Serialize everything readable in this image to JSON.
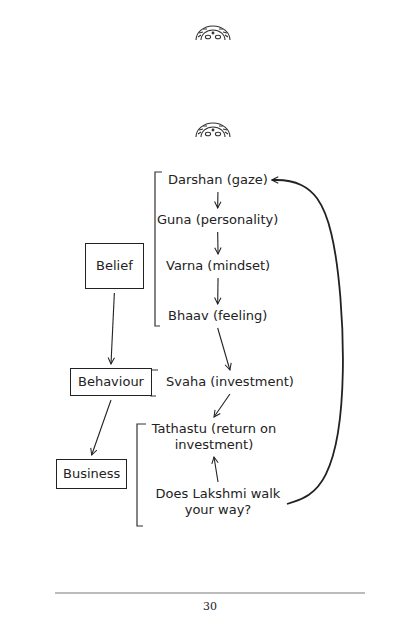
{
  "diagram": {
    "nodes": [
      {
        "text": [
          "Darshan (gaze)"
        ]
      },
      {
        "text": [
          "Guna (personality)"
        ]
      },
      {
        "text": [
          "Belief"
        ]
      },
      {
        "text": [
          "Varna (mindset)"
        ]
      },
      {
        "text": [
          "Bhaav (feeling)"
        ]
      },
      {
        "text": [
          "Behaviour"
        ]
      },
      {
        "text": [
          "Svaha (investment)"
        ]
      },
      {
        "text": [
          "Tathastu (return on investment)"
        ]
      },
      {
        "text": [
          "Business"
        ]
      },
      {
        "text": [
          "Does Lakshmi walk your way?"
        ]
      }
    ],
    "edges": [
      {
        "from": 0,
        "to": 1,
        "arrow": "to"
      },
      {
        "from": 1,
        "to": 3,
        "arrow": "to"
      },
      {
        "from": 3,
        "to": 4,
        "arrow": "to"
      },
      {
        "from": 4,
        "to": 6,
        "arrow": "to"
      },
      {
        "from": 6,
        "to": 7,
        "arrow": "to"
      },
      {
        "from": 9,
        "to": 7,
        "arrow": "to"
      },
      {
        "from": 9,
        "to": 0,
        "arrow": "to"
      },
      {
        "from": 2,
        "to": 5,
        "arrow": "to"
      },
      {
        "from": 5,
        "to": 8,
        "arrow": "to"
      }
    ],
    "labels": [
      "30"
    ]
  }
}
